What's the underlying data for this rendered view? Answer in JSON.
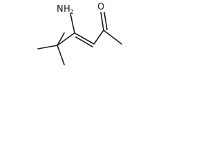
{
  "molecule": {
    "amine_label": "H",
    "amine_subscript": "2",
    "amine_element": "N",
    "carbonyl_label": "O"
  },
  "colors": {
    "ink": "#1a1a1a",
    "background": "#ffffff"
  }
}
